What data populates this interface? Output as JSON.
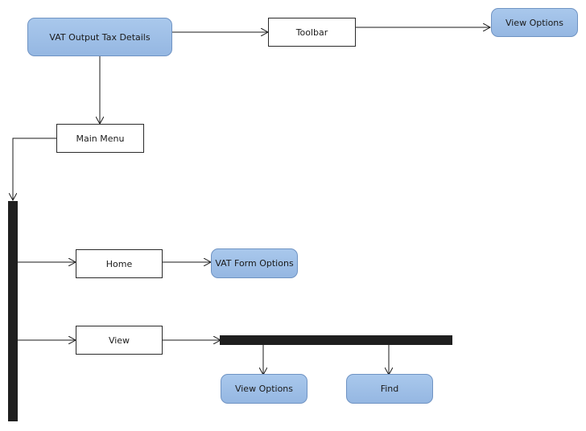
{
  "nodes": {
    "vat_output": "VAT Output Tax Details",
    "toolbar": "Toolbar",
    "view_options_top": "View Options",
    "main_menu": "Main Menu",
    "home": "Home",
    "vat_form_options": "VAT Form Options",
    "view": "View",
    "view_options_bottom": "View Options",
    "find": "Find"
  }
}
